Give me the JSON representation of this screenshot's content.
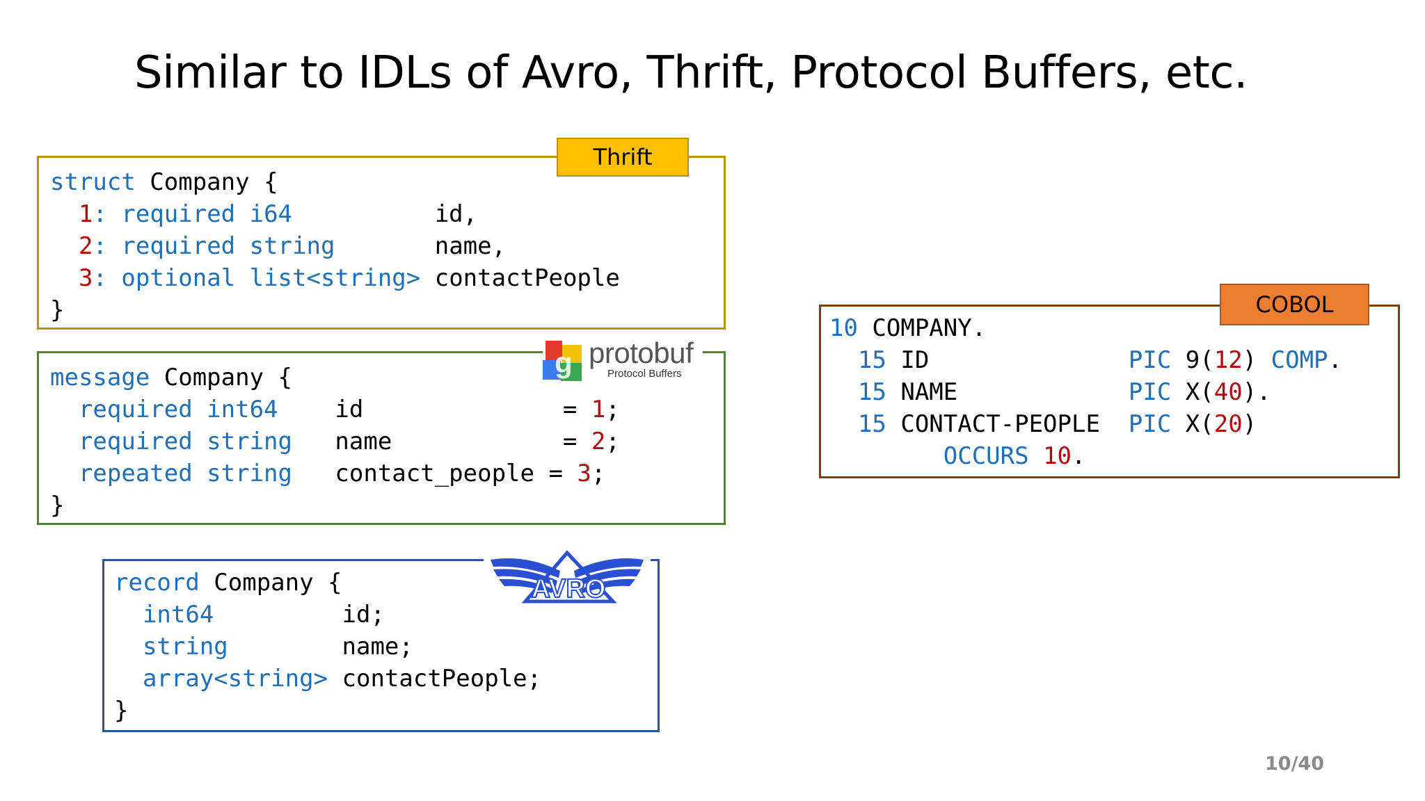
{
  "title": "Similar to IDLs of Avro, Thrift, Protocol Buffers, etc.",
  "page_number": "10/40",
  "colors": {
    "keyword": "#1f6fb8",
    "number": "#b00b0b",
    "thrift_border": "#bf9000",
    "thrift_tag": "#ffc000",
    "protobuf_border": "#548235",
    "avro_border": "#2f5597",
    "cobol_border": "#843c0c",
    "cobol_tag": "#ed7d31"
  },
  "thrift": {
    "tag": "Thrift",
    "lines": [
      [
        {
          "t": "struct",
          "c": "kw"
        },
        {
          "t": " Company {",
          "c": "plain"
        }
      ],
      [
        {
          "t": "  ",
          "c": "plain"
        },
        {
          "t": "1",
          "c": "num"
        },
        {
          "t": ": required i64",
          "c": "kw"
        },
        {
          "t": "          id,",
          "c": "plain"
        }
      ],
      [
        {
          "t": "  ",
          "c": "plain"
        },
        {
          "t": "2",
          "c": "num"
        },
        {
          "t": ": required string",
          "c": "kw"
        },
        {
          "t": "       name,",
          "c": "plain"
        }
      ],
      [
        {
          "t": "  ",
          "c": "plain"
        },
        {
          "t": "3",
          "c": "num"
        },
        {
          "t": ": optional list<string>",
          "c": "kw"
        },
        {
          "t": " contactPeople",
          "c": "plain"
        }
      ],
      [
        {
          "t": "}",
          "c": "plain"
        }
      ]
    ]
  },
  "protobuf": {
    "logo_word": "protobuf",
    "logo_subtitle": "Protocol Buffers",
    "lines": [
      [
        {
          "t": "message",
          "c": "kw"
        },
        {
          "t": " Company {",
          "c": "plain"
        }
      ],
      [
        {
          "t": "  required int64",
          "c": "kw"
        },
        {
          "t": "    id              = ",
          "c": "plain"
        },
        {
          "t": "1",
          "c": "num"
        },
        {
          "t": ";",
          "c": "plain"
        }
      ],
      [
        {
          "t": "  required string",
          "c": "kw"
        },
        {
          "t": "   name            = ",
          "c": "plain"
        },
        {
          "t": "2",
          "c": "num"
        },
        {
          "t": ";",
          "c": "plain"
        }
      ],
      [
        {
          "t": "  repeated string",
          "c": "kw"
        },
        {
          "t": "   contact_people = ",
          "c": "plain"
        },
        {
          "t": "3",
          "c": "num"
        },
        {
          "t": ";",
          "c": "plain"
        }
      ],
      [
        {
          "t": "}",
          "c": "plain"
        }
      ]
    ]
  },
  "avro": {
    "logo_word": "AVRO",
    "lines": [
      [
        {
          "t": "record",
          "c": "kw"
        },
        {
          "t": " Company {",
          "c": "plain"
        }
      ],
      [
        {
          "t": "  int64",
          "c": "kw"
        },
        {
          "t": "         id;",
          "c": "plain"
        }
      ],
      [
        {
          "t": "  string",
          "c": "kw"
        },
        {
          "t": "        name;",
          "c": "plain"
        }
      ],
      [
        {
          "t": "  array<string>",
          "c": "kw"
        },
        {
          "t": " contactPeople;",
          "c": "plain"
        }
      ],
      [
        {
          "t": "}",
          "c": "plain"
        }
      ]
    ]
  },
  "cobol": {
    "tag": "COBOL",
    "lines": [
      [
        {
          "t": "10",
          "c": "kw"
        },
        {
          "t": " COMPANY.",
          "c": "plain"
        }
      ],
      [
        {
          "t": "  15",
          "c": "kw"
        },
        {
          "t": " ID              ",
          "c": "plain"
        },
        {
          "t": "PIC",
          "c": "kw"
        },
        {
          "t": " 9(",
          "c": "plain"
        },
        {
          "t": "12",
          "c": "num"
        },
        {
          "t": ") ",
          "c": "plain"
        },
        {
          "t": "COMP",
          "c": "kw"
        },
        {
          "t": ".",
          "c": "plain"
        }
      ],
      [
        {
          "t": "  15",
          "c": "kw"
        },
        {
          "t": " NAME            ",
          "c": "plain"
        },
        {
          "t": "PIC",
          "c": "kw"
        },
        {
          "t": " X(",
          "c": "plain"
        },
        {
          "t": "40",
          "c": "num"
        },
        {
          "t": ").",
          "c": "plain"
        }
      ],
      [
        {
          "t": "  15",
          "c": "kw"
        },
        {
          "t": " CONTACT-PEOPLE  ",
          "c": "plain"
        },
        {
          "t": "PIC",
          "c": "kw"
        },
        {
          "t": " X(",
          "c": "plain"
        },
        {
          "t": "20",
          "c": "num"
        },
        {
          "t": ")",
          "c": "plain"
        }
      ],
      [
        {
          "t": "        OCCURS",
          "c": "kw"
        },
        {
          "t": " ",
          "c": "plain"
        },
        {
          "t": "10",
          "c": "num"
        },
        {
          "t": ".",
          "c": "plain"
        }
      ]
    ]
  }
}
